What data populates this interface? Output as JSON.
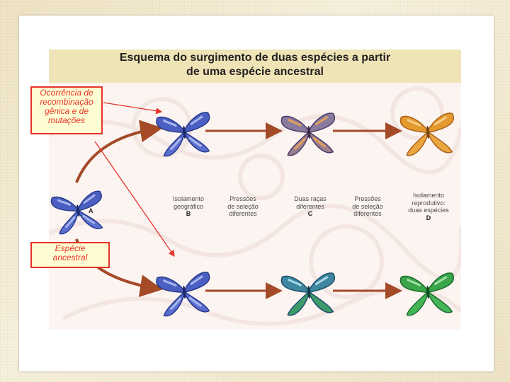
{
  "title": {
    "line1": "Esquema do surgimento de duas espécies a partir",
    "line2": "de uma espécie ancestral"
  },
  "callouts": {
    "top": [
      "Ocorrência de",
      "recombinação",
      "gênica e de",
      "mutações"
    ],
    "bottom": [
      "Espécie",
      "ancestral"
    ]
  },
  "labels": {
    "a": "A",
    "isolamento_geografico": [
      "Isolamento",
      "geográfico"
    ],
    "b": "B",
    "pressoes_1": [
      "Pressões",
      "de seleção",
      "diferentes"
    ],
    "duas_racas": [
      "Duas raças",
      "diferentes"
    ],
    "c": "C",
    "pressoes_2": [
      "Pressões",
      "de seleção",
      "diferentes"
    ],
    "isolamento_reprodutivo": [
      "Isolamento",
      "reprodutivo:",
      "duas espécies"
    ],
    "d": "D"
  },
  "colors": {
    "blue": "#4b5fc2",
    "blue_dark": "#263a8a",
    "orange": "#e59a2f",
    "orange_dark": "#a8621a",
    "green": "#3aa54a",
    "green_dark": "#1d6b2b",
    "arrow": "#a44a27",
    "callout_red": "#e6332a"
  }
}
